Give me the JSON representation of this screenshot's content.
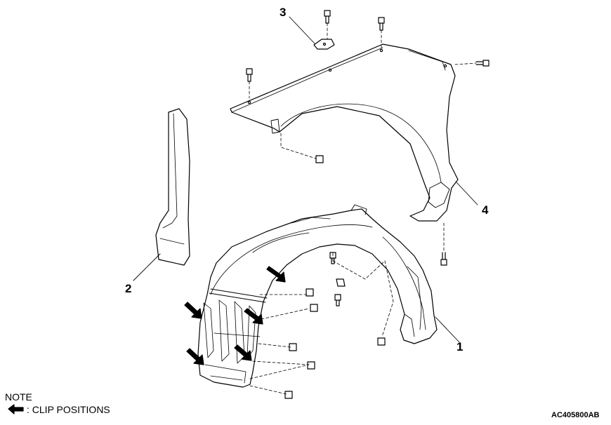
{
  "callouts": [
    "1",
    "2",
    "3",
    "4"
  ],
  "note": {
    "title": "NOTE",
    "legend_text": ": CLIP POSITIONS",
    "legend_icon": "black-arrow-icon"
  },
  "reference_code": "AC405800AB",
  "colors": {
    "line": "#000000",
    "background": "#ffffff",
    "shade": "#e6e6e6"
  }
}
